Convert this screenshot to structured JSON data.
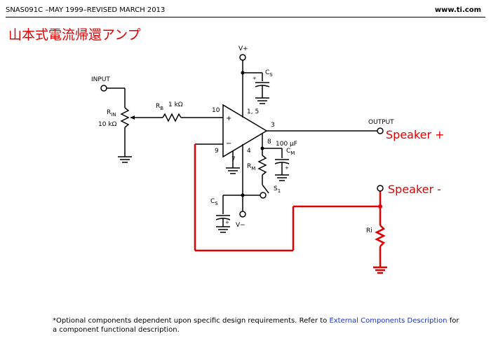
{
  "header": {
    "doc_id": "SNAS091C –MAY 1999–REVISED MARCH 2013",
    "site": "www.ti.com"
  },
  "annotation_title": "山本式電流帰還アンプ",
  "circuit": {
    "vplus": "V+",
    "vminus": "V−",
    "input_label": "INPUT",
    "output_label": "OUTPUT",
    "rin_label": "R",
    "rin_sub": "IN",
    "rin_value": "10 kΩ",
    "rb_label": "R",
    "rb_sub": "B",
    "rb_value": "1 kΩ",
    "cs_label": "C",
    "cs_sub": "S",
    "cm_label": "C",
    "cm_sub": "M",
    "cm_value": "100 μF",
    "rm_label": "R",
    "rm_sub": "M",
    "s1_label": "S",
    "s1_sub": "1",
    "ri_label": "Ri",
    "pins": {
      "p10": "10",
      "p15": "1, 5",
      "p3": "3",
      "p9": "9",
      "p7": "7",
      "p4": "4",
      "p8": "8"
    },
    "plus_sign": "+",
    "minus_sign": "−"
  },
  "annotations": {
    "speaker_plus": "Speaker +",
    "speaker_minus": "Speaker -"
  },
  "footnote": {
    "pre": "*Optional components dependent upon specific design requirements. Refer to ",
    "link": "External Components Description",
    "post": " for a component functional description."
  }
}
